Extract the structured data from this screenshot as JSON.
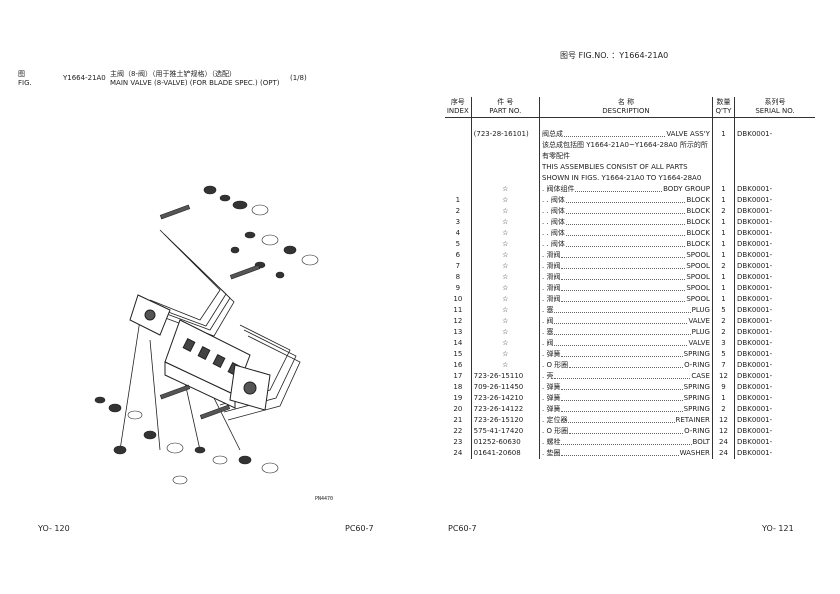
{
  "left_page": {
    "fig_label_cn": "图",
    "fig_label_en": "FIG.",
    "fig_number": "Y1664-21A0",
    "title_cn": "主阀（8-阀）（用于推土铲规格）（选配）",
    "title_en": "MAIN VALVE (8-VALVE) (FOR BLADE SPEC.) (OPT)",
    "sheet": "(1/8)",
    "diagram_code": "PN4470",
    "page_number": "YO- 120",
    "model": "PC60-7"
  },
  "right_page": {
    "fig_no": "图号  FIG.NO. ：Y1664-21A0",
    "headers": {
      "index_cn": "序号",
      "index_en": "INDEX",
      "part_cn": "件 号",
      "part_en": "PART NO.",
      "desc_cn": "名 称",
      "desc_en": "DESCRIPTION",
      "qty_cn": "数量",
      "qty_en": "Q'TY",
      "serial_cn": "系列号",
      "serial_en": "SERIAL NO."
    },
    "assembly": {
      "part": "(723-28-16101)",
      "name_cn": "阀总成",
      "name_en": "VALVE ASS'Y",
      "qty": "1",
      "serial": "DBK0001-",
      "note_cn": "该总成包括图 Y1664-21A0~Y1664-28A0 所示的所有零配件",
      "note_en": "THIS ASSEMBLIES CONSIST OF ALL PARTS SHOWN IN FIGS. Y1664-21A0 TO Y1664-28A0"
    },
    "rows": [
      {
        "index": "",
        "part": "☆",
        "cn": ". 阀体组件",
        "en": "BODY GROUP",
        "qty": "1",
        "serial": "DBK0001-"
      },
      {
        "index": "1",
        "part": "☆",
        "cn": ". . 阀体",
        "en": "BLOCK",
        "qty": "1",
        "serial": "DBK0001-"
      },
      {
        "index": "2",
        "part": "☆",
        "cn": ". . 阀体",
        "en": "BLOCK",
        "qty": "2",
        "serial": "DBK0001-"
      },
      {
        "index": "3",
        "part": "☆",
        "cn": ". . 阀体",
        "en": "BLOCK",
        "qty": "1",
        "serial": "DBK0001-"
      },
      {
        "index": "4",
        "part": "☆",
        "cn": ". . 阀体",
        "en": "BLOCK",
        "qty": "1",
        "serial": "DBK0001-"
      },
      {
        "index": "5",
        "part": "☆",
        "cn": ". . 阀体",
        "en": "BLOCK",
        "qty": "1",
        "serial": "DBK0001-"
      },
      {
        "index": "6",
        "part": "☆",
        "cn": ". 滑阀",
        "en": "SPOOL",
        "qty": "1",
        "serial": "DBK0001-"
      },
      {
        "index": "7",
        "part": "☆",
        "cn": ". 滑阀",
        "en": "SPOOL",
        "qty": "2",
        "serial": "DBK0001-"
      },
      {
        "index": "8",
        "part": "☆",
        "cn": ". 滑阀",
        "en": "SPOOL",
        "qty": "1",
        "serial": "DBK0001-"
      },
      {
        "index": "9",
        "part": "☆",
        "cn": ". 滑阀",
        "en": "SPOOL",
        "qty": "1",
        "serial": "DBK0001-"
      },
      {
        "index": "10",
        "part": "☆",
        "cn": ". 滑阀",
        "en": "SPOOL",
        "qty": "1",
        "serial": "DBK0001-"
      },
      {
        "index": "11",
        "part": "☆",
        "cn": ". 塞",
        "en": "PLUG",
        "qty": "5",
        "serial": "DBK0001-"
      },
      {
        "index": "12",
        "part": "☆",
        "cn": ". 阀",
        "en": "VALVE",
        "qty": "2",
        "serial": "DBK0001-"
      },
      {
        "index": "13",
        "part": "☆",
        "cn": ". 塞",
        "en": "PLUG",
        "qty": "2",
        "serial": "DBK0001-"
      },
      {
        "index": "14",
        "part": "☆",
        "cn": ". 阀",
        "en": "VALVE",
        "qty": "3",
        "serial": "DBK0001-"
      },
      {
        "index": "15",
        "part": "☆",
        "cn": ". 弹簧",
        "en": "SPRING",
        "qty": "5",
        "serial": "DBK0001-"
      },
      {
        "index": "16",
        "part": "☆",
        "cn": ". O 形圈",
        "en": "O-RING",
        "qty": "7",
        "serial": "DBK0001-"
      },
      {
        "index": "17",
        "part": "723-26-15110",
        "cn": ". 壳",
        "en": "CASE",
        "qty": "12",
        "serial": "DBK0001-"
      },
      {
        "index": "18",
        "part": "709-26-11450",
        "cn": ". 弹簧",
        "en": "SPRING",
        "qty": "9",
        "serial": "DBK0001-"
      },
      {
        "index": "19",
        "part": "723-26-14210",
        "cn": ". 弹簧",
        "en": "SPRING",
        "qty": "1",
        "serial": "DBK0001-"
      },
      {
        "index": "20",
        "part": "723-26-14122",
        "cn": ". 弹簧",
        "en": "SPRING",
        "qty": "2",
        "serial": "DBK0001-"
      },
      {
        "index": "21",
        "part": "723-26-15120",
        "cn": ". 定位器",
        "en": "RETAINER",
        "qty": "12",
        "serial": "DBK0001-"
      },
      {
        "index": "22",
        "part": "575-41-17420",
        "cn": ". O 形圈",
        "en": "O-RING",
        "qty": "12",
        "serial": "DBK0001-"
      },
      {
        "index": "23",
        "part": "01252-60630",
        "cn": ". 螺栓",
        "en": "BOLT",
        "qty": "24",
        "serial": "DBK0001-"
      },
      {
        "index": "24",
        "part": "01641-20608",
        "cn": ". 垫圈",
        "en": "WASHER",
        "qty": "24",
        "serial": "DBK0001-"
      }
    ],
    "model": "PC60-7",
    "page_number": "YO- 121"
  }
}
